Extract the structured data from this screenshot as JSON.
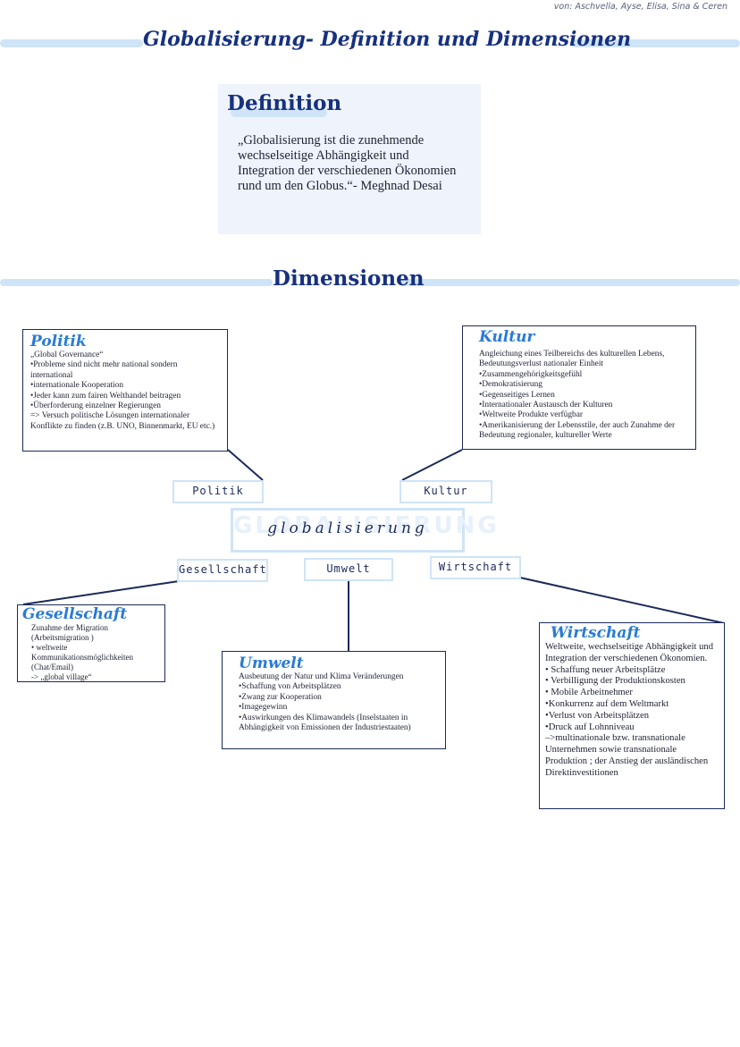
{
  "authors": "von: Aschvella, Ayse, Elisa, Sina & Ceren",
  "title": "Globalisierung- Definition und Dimensionen",
  "definition": {
    "heading": "Definition",
    "quote": "„Globalisierung ist die zunehmende wechselseitige Abhängigkeit und Integration der verschiedenen Ökonomien rund um den Globus.“- Meghnad Desai"
  },
  "dimensions_heading": "Dimensionen",
  "center": {
    "watermark": "GLOBALISIERUNG",
    "script": "globalisierung"
  },
  "labels": {
    "politik": "Politik",
    "kultur": "Kultur",
    "gesellschaft": "Gesellschaft",
    "umwelt": "Umwelt",
    "wirtschaft": "Wirtschaft"
  },
  "boxes": {
    "politik": {
      "title": "Politik",
      "text": "„Global Governance“\n•Probleme sind nicht mehr national sondern international\n•internationale Kooperation\n•Jeder kann zum fairen Welthandel beitragen\n•Überforderung einzelner Regierungen\n=> Versuch politische Lösungen internationaler Konflikte zu finden (z.B. UNO, Binnenmarkt, EU etc.)"
    },
    "kultur": {
      "title": "Kultur",
      "text": "Angleichung eines Teilbereichs des kulturellen Lebens, Bedeutungsverlust nationaler Einheit\n•Zusammengehörigkeitsgefühl\n•Demokratisierung\n•Gegenseitiges Lernen\n•Internationaler Austausch der Kulturen\n•Weltweite Produkte verfügbar\n•Amerikanisierung der Lebensstile, der auch Zunahme der Bedeutung regionaler, kultureller Werte"
    },
    "gesellschaft": {
      "title": "Gesellschaft",
      "text": "Zunahme der Migration\n(Arbeitsmigration )\n• weltweite Kommunikationsmöglichkeiten (Chat/Email)\n-> „global village“"
    },
    "umwelt": {
      "title": "Umwelt",
      "text": "Ausbeutung der Natur und Klima Veränderungen\n•Schaffung von Arbeitsplätzen\n•Zwang zur Kooperation\n•Imagegewinn\n•Auswirkungen des Klimawandels (Inselstaaten in Abhängigkeit von Emissionen der Industriestaaten)"
    },
    "wirtschaft": {
      "title": "Wirtschaft",
      "text": "Weltweite, wechselseitige Abhängigkeit und Integration der verschiedenen Ökonomien.\n• Schaffung neuer Arbeitsplätze\n• Verbilligung der Produktionskosten\n• Mobile Arbeitnehmer\n•Konkurrenz auf dem Weltmarkt\n•Verlust von Arbeitsplätzen\n•Druck auf Lohnniveau\n–>multinationale bzw. transnationale Unternehmen sowie transnationale Produktion ; der Anstieg der ausländischen Direktinvestitionen"
    }
  },
  "colors": {
    "accent": "#cfe4f7",
    "title": "#17317f",
    "box_title": "#2a7bd3",
    "line": "#1c2a5a"
  }
}
